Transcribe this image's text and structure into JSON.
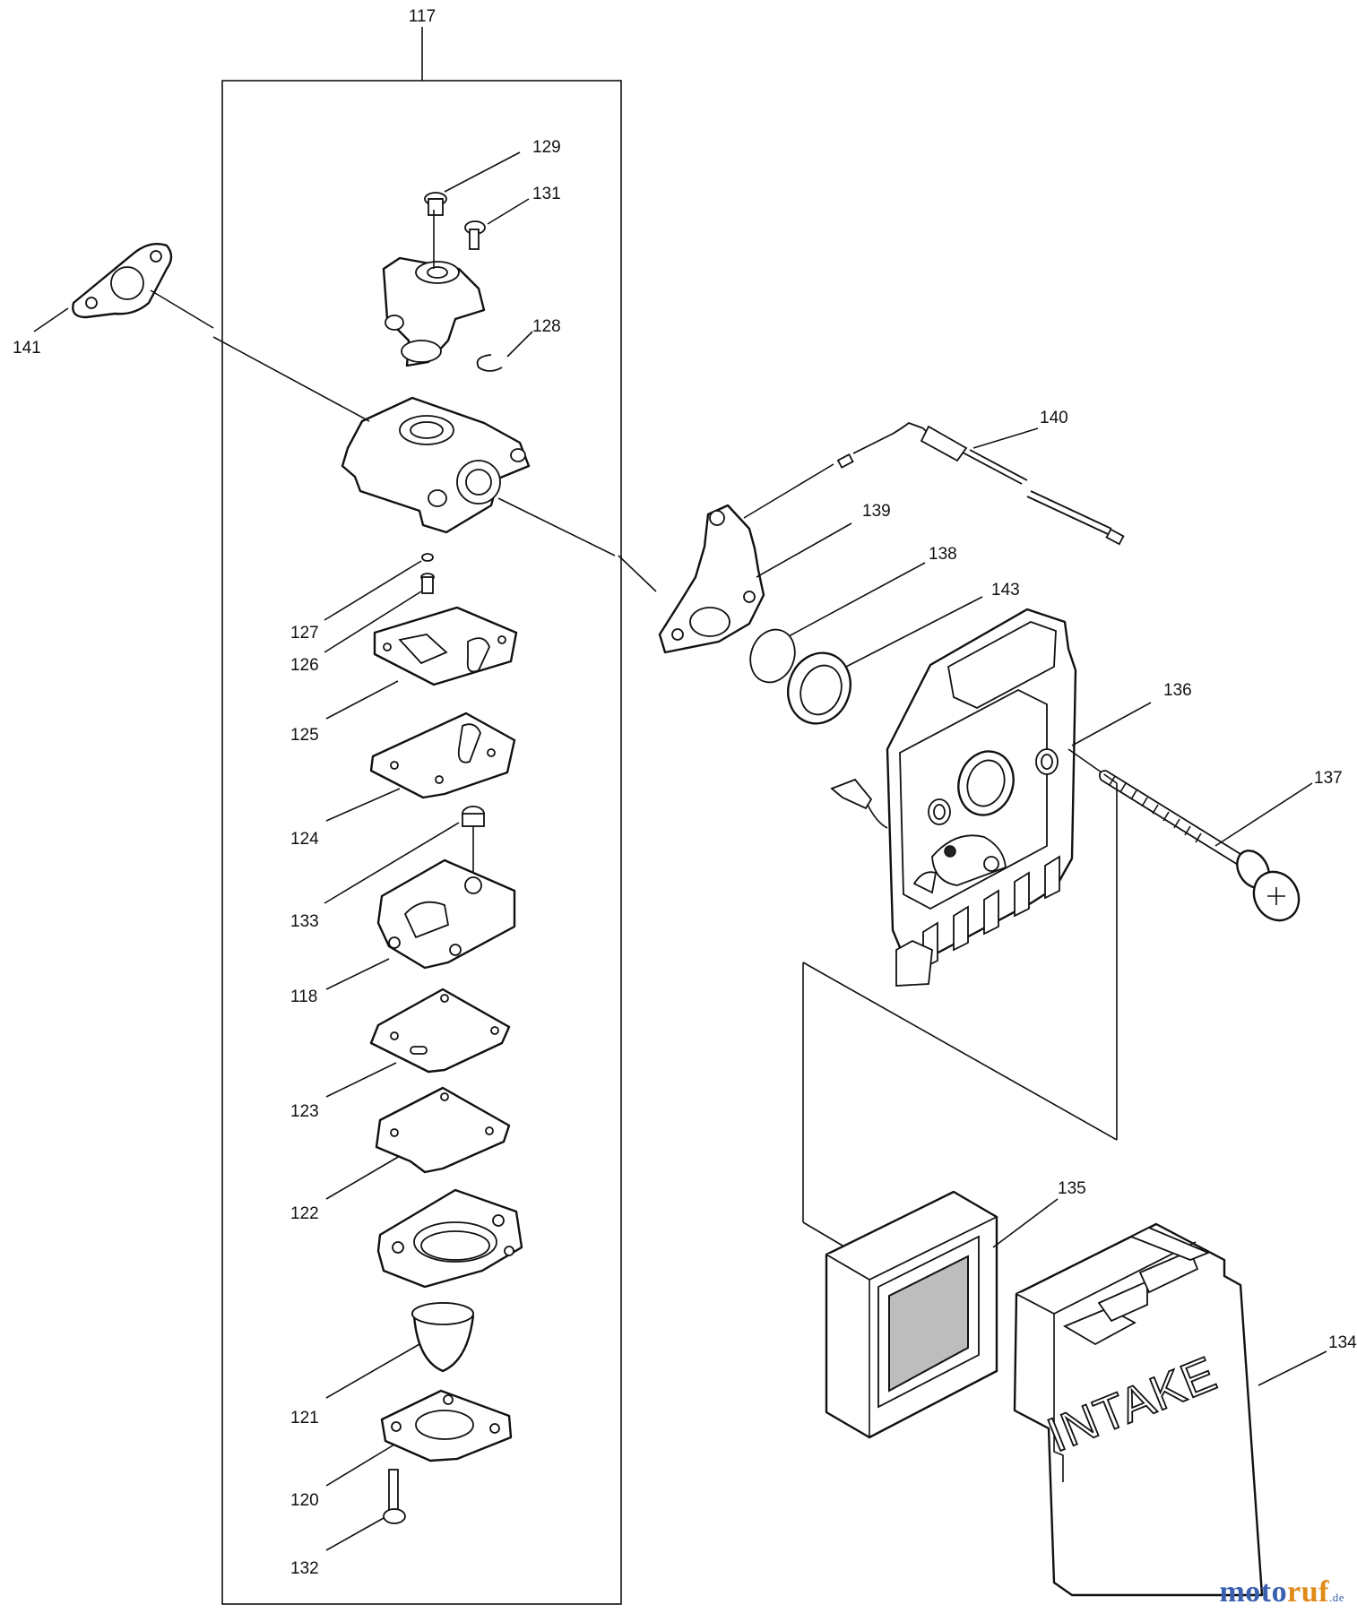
{
  "group_label": "117",
  "parts": [
    {
      "id": "p141",
      "label": "141"
    },
    {
      "id": "p129",
      "label": "129"
    },
    {
      "id": "p131",
      "label": "131"
    },
    {
      "id": "p128",
      "label": "128"
    },
    {
      "id": "p127",
      "label": "127"
    },
    {
      "id": "p126",
      "label": "126"
    },
    {
      "id": "p125",
      "label": "125"
    },
    {
      "id": "p124",
      "label": "124"
    },
    {
      "id": "p133",
      "label": "133"
    },
    {
      "id": "p118",
      "label": "118"
    },
    {
      "id": "p123",
      "label": "123"
    },
    {
      "id": "p122",
      "label": "122"
    },
    {
      "id": "p121",
      "label": "121"
    },
    {
      "id": "p120",
      "label": "120"
    },
    {
      "id": "p132",
      "label": "132"
    },
    {
      "id": "p140",
      "label": "140"
    },
    {
      "id": "p139",
      "label": "139"
    },
    {
      "id": "p138",
      "label": "138"
    },
    {
      "id": "p143",
      "label": "143"
    },
    {
      "id": "p136",
      "label": "136"
    },
    {
      "id": "p137",
      "label": "137"
    },
    {
      "id": "p135",
      "label": "135"
    },
    {
      "id": "p134",
      "label": "134"
    }
  ],
  "cover_text": "INTAKE",
  "watermark": {
    "main_a": "moto",
    "main_b": "ruf",
    "tld": ".de"
  },
  "colors": {
    "line": "#111111",
    "watermark_blue": "#3a5fb0",
    "watermark_orange": "#e08a18"
  }
}
